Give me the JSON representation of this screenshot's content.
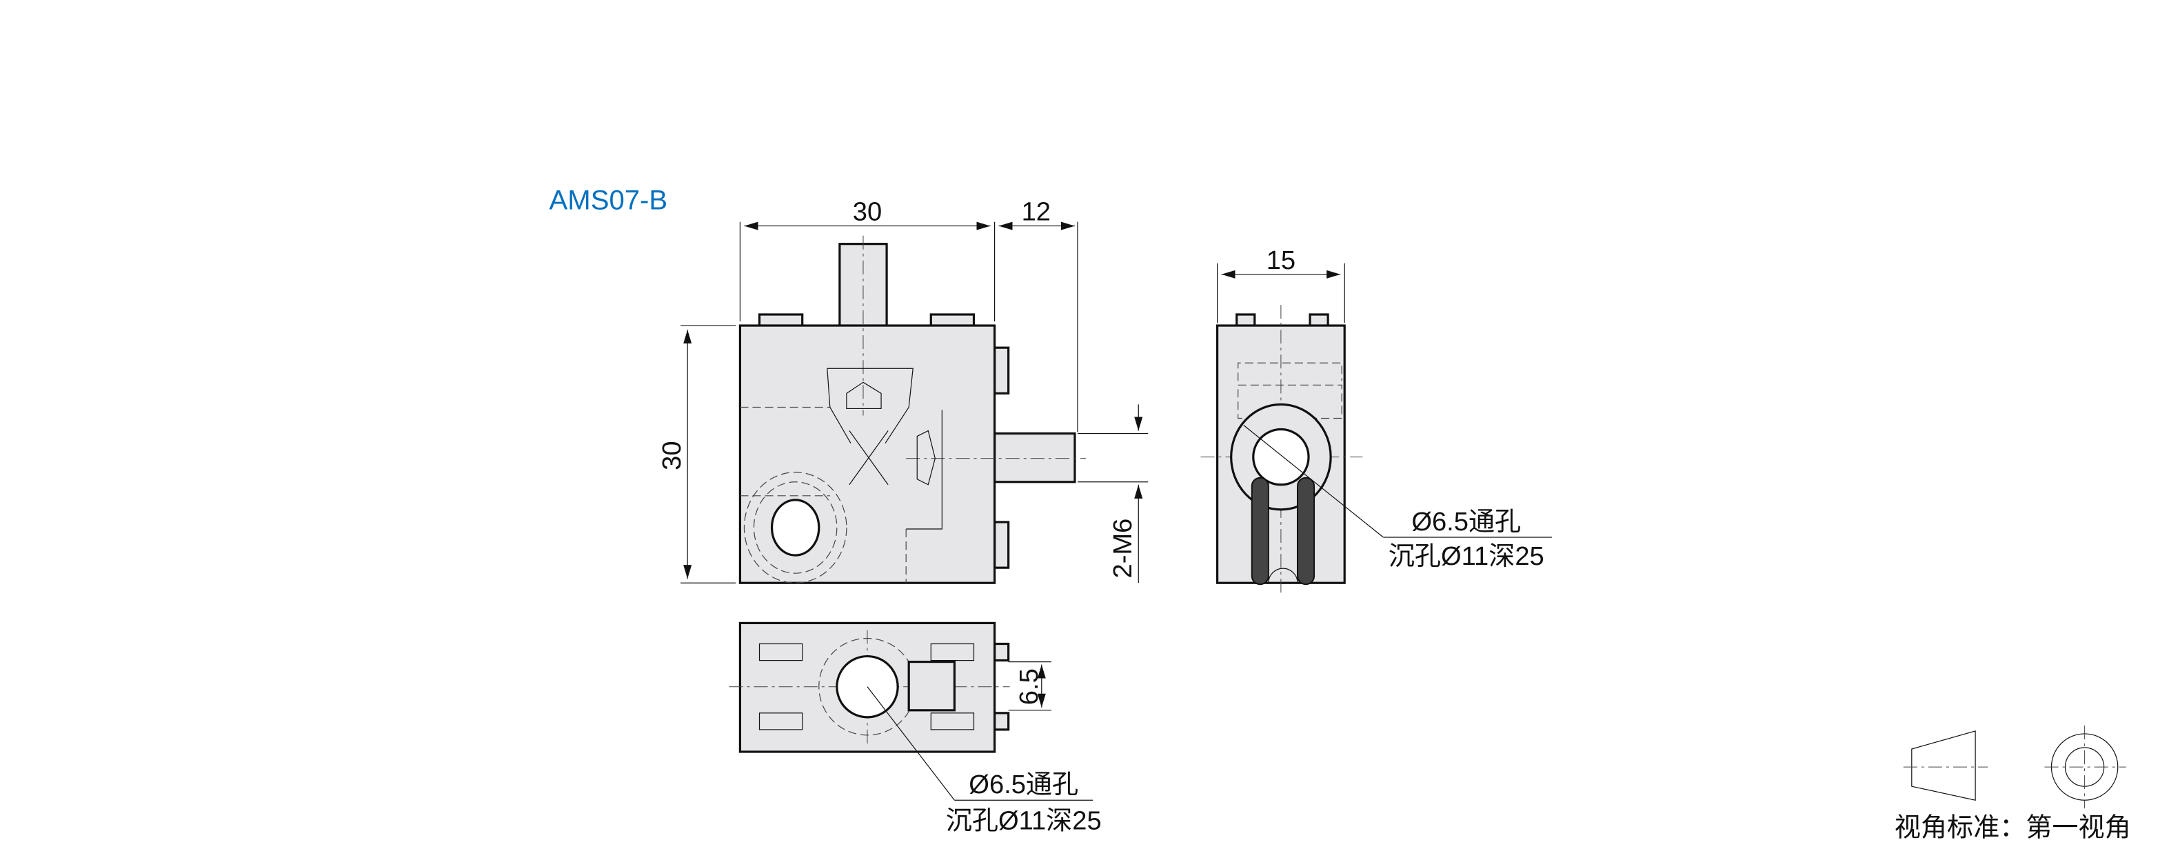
{
  "drawing": {
    "model": "AMS07-B",
    "model_color": "#0070c0",
    "front_view": {
      "width_dim": "30",
      "stud_dim": "12",
      "height_dim": "30",
      "thread_note": "2-M6"
    },
    "side_view": {
      "width_dim": "15",
      "hole_note_line1": "Ø6.5通孔",
      "hole_note_line2": "沉孔Ø11深25"
    },
    "bottom_view": {
      "slot_dim": "6.5",
      "hole_note_line1": "Ø6.5通孔",
      "hole_note_line2": "沉孔Ø11深25"
    },
    "projection": {
      "label": "视角标准：第一视角"
    }
  }
}
